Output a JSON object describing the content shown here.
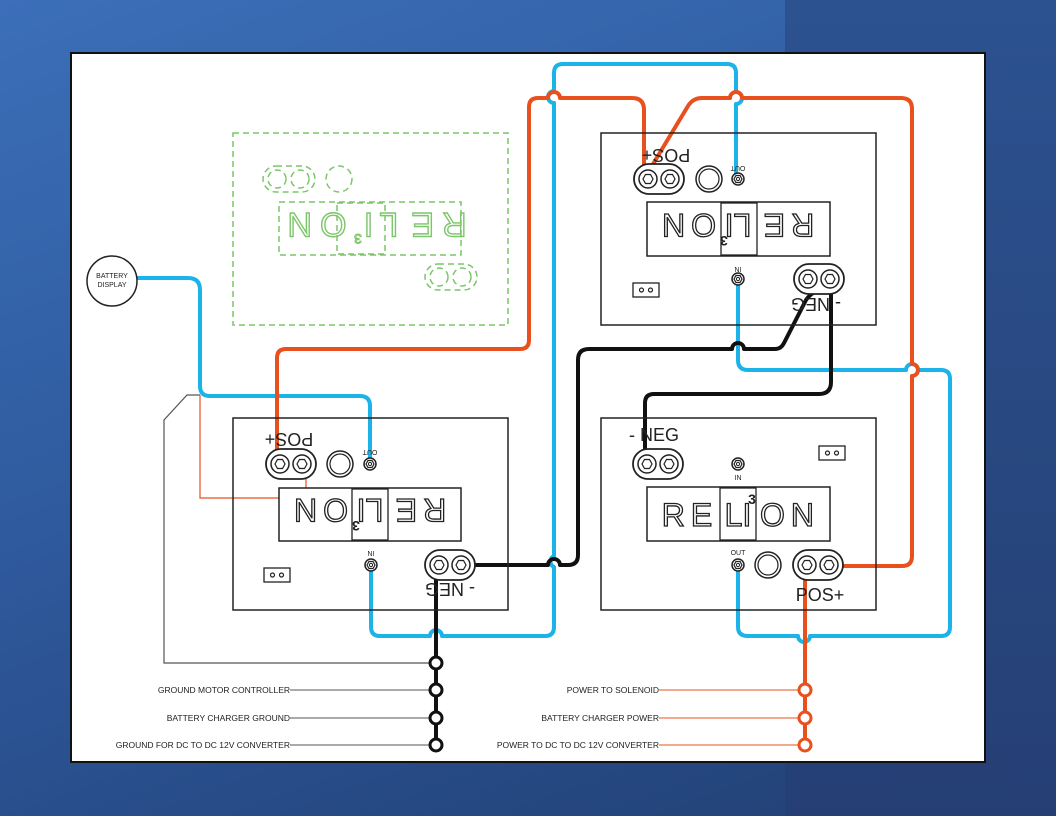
{
  "colors": {
    "blue_wire": "#1bb3e8",
    "red_wire": "#e8501e",
    "black_wire": "#111111",
    "green_ghost": "#7cc66a",
    "outline": "#222222"
  },
  "battery_display_label": [
    "BATTERY",
    "DISPLAY"
  ],
  "batteries": {
    "top_right": {
      "pos_label": "POS+",
      "neg_label": "- NEG",
      "out_label": "OUT",
      "in_label": "IN",
      "brand": "RELION",
      "brand_parts": [
        "RE",
        "LI",
        "ON"
      ],
      "superscript": "3"
    },
    "bottom_left": {
      "pos_label": "POS+",
      "neg_label": "- NEG",
      "out_label": "OUT",
      "in_label": "IN",
      "brand_parts": [
        "RE",
        "LI",
        "ON"
      ],
      "superscript": "3"
    },
    "bottom_right": {
      "pos_label": "POS+",
      "neg_label": "- NEG",
      "out_label": "OUT",
      "in_label": "IN",
      "brand_parts": [
        "RE",
        "LI",
        "ON"
      ],
      "superscript": "3"
    },
    "ghost": {
      "brand_parts": [
        "RE",
        "LI",
        "ON"
      ],
      "superscript": "3"
    }
  },
  "ground_labels": [
    "GROUND MOTOR CONTROLLER",
    "BATTERY CHARGER GROUND",
    "GROUND FOR DC TO DC 12V CONVERTER"
  ],
  "power_labels": [
    "POWER TO SOLENOID",
    "BATTERY CHARGER POWER",
    "POWER TO DC TO DC 12V CONVERTER"
  ]
}
